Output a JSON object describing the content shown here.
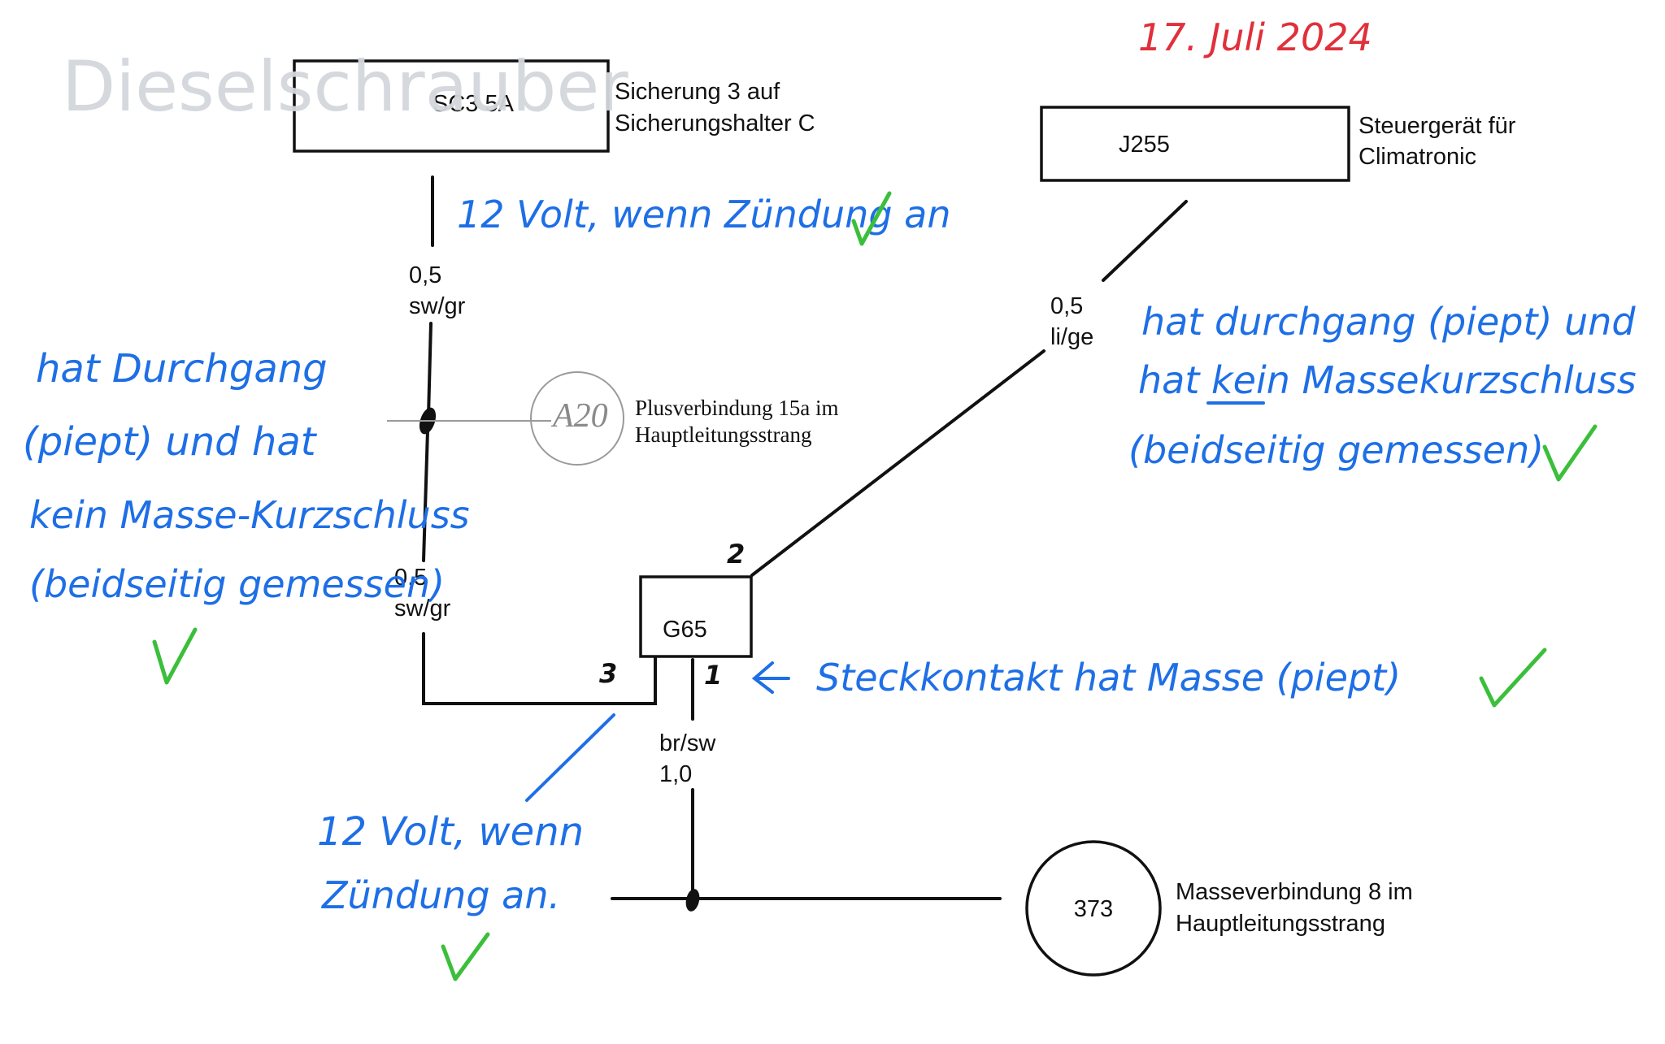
{
  "watermark": "Dieselschrauber",
  "date": "17. Juli 2024",
  "components": {
    "fuse": {
      "label": "SC3 5A",
      "desc": [
        "Sicherung 3 auf",
        "Sicherungshalter C"
      ]
    },
    "ecu": {
      "label": "J255",
      "desc": [
        "Steuergerät für",
        "Climatronic"
      ]
    },
    "sensor": {
      "label": "G65",
      "pins": {
        "p1": "1",
        "p2": "2",
        "p3": "3"
      }
    },
    "connector_a20": {
      "label": "A20",
      "desc": [
        "Plusverbindung 15a im",
        "Hauptleitungsstrang"
      ]
    },
    "ground_373": {
      "label": "373",
      "desc": [
        "Masseverbindung 8 im",
        "Hauptleitungsstrang"
      ]
    }
  },
  "wires": {
    "w_top": [
      "0,5",
      "sw/gr"
    ],
    "w_mid": [
      "0,5",
      "sw/gr"
    ],
    "w_ecu": [
      "0,5",
      "li/ge"
    ],
    "w_gnd": [
      "br/sw",
      "1,0"
    ]
  },
  "notes": {
    "n1": "12 Volt, wenn Zündung an",
    "n2": [
      "hat Durchgang",
      "(piept) und hat",
      "kein Masse-Kurzschluss",
      "(beidseitig gemessen)"
    ],
    "n3": [
      "hat durchgang (piept) und",
      "hat kein Massekurzschluss",
      "(beidseitig gemessen)"
    ],
    "n4": "Steckkontakt hat Masse (piept)",
    "n5": [
      "12 Volt, wenn",
      "Zündung an."
    ]
  },
  "colors": {
    "ink": "#111111",
    "annotation_blue": "#1e6fe6",
    "annotation_red": "#e0303b",
    "check_green": "#3bbf3b",
    "watermark_gray": "#d3d7dc"
  }
}
